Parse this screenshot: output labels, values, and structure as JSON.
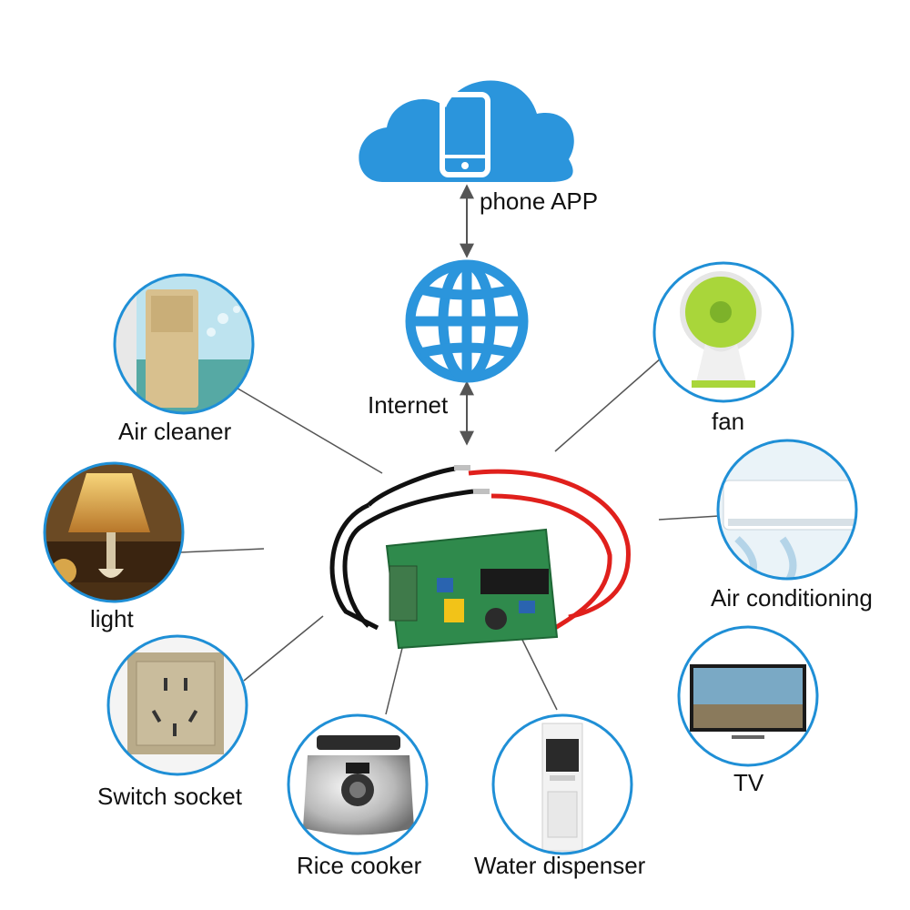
{
  "labels": {
    "phone_app": "phone APP",
    "internet": "Internet",
    "air_cleaner": "Air cleaner",
    "fan": "fan",
    "light": "light",
    "air_conditioning": "Air conditioning",
    "switch_socket": "Switch socket",
    "tv": "TV",
    "rice_cooker": "Rice cooker",
    "water_dispenser": "Water dispenser"
  },
  "colors": {
    "cloud": "#2b95dc",
    "globe": "#2b95dc",
    "circle_border": "#1f8fd6",
    "connector": "#555555",
    "pcb": "#2f8a4c",
    "wire_red": "#e0201c",
    "wire_black": "#111111"
  },
  "icons": [
    "cloud-icon",
    "smartphone-icon",
    "globe-icon"
  ]
}
